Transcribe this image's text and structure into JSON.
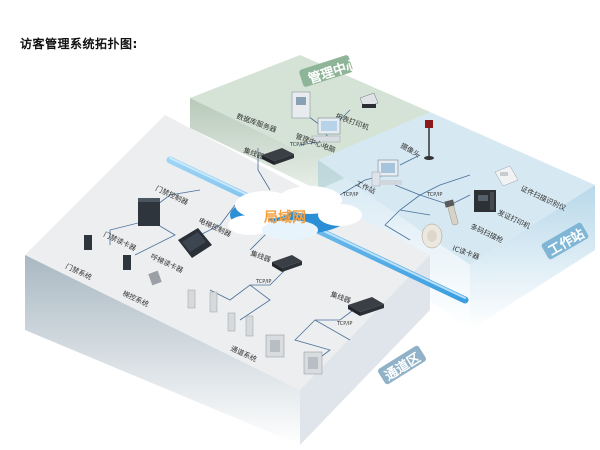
{
  "title": "访客管理系统拓扑图:",
  "network": {
    "label": "局域网",
    "label_color": "#f4a040",
    "protocol": "TCP/IP"
  },
  "zones": {
    "management": {
      "tag": "管理中心",
      "color": "#c9dccb",
      "devices": {
        "db_server": "数据库服务器",
        "report_printer": "报表打印机",
        "mgmt_pc": "管理中心电脑",
        "hub": "集线器",
        "tcp": "TCP/IP"
      }
    },
    "workstation": {
      "tag": "工作站",
      "color": "#cfe3ef",
      "devices": {
        "camera": "摄像头",
        "workstation_pc": "工作站",
        "tcp_pc": "TCP/IP",
        "tcp_hub": "TCP/IP",
        "id_scanner": "证件扫描识别仪",
        "card_printer": "发证打印机",
        "barcode_scanner": "条码扫描枪",
        "ic_reader": "IC读卡器"
      }
    },
    "passage": {
      "tag": "通道区",
      "color": "#e4e6e8",
      "devices": {
        "door_controller": "门禁控制器",
        "door_reader": "门禁读卡器",
        "door_system": "门禁系统",
        "elevator_system": "梯控系统",
        "elevator_controller": "电梯控制器",
        "call_reader": "呼梯读卡器",
        "hub1": "集线器",
        "tcp1": "TCP/IP",
        "hub2": "集线器",
        "tcp2": "TCP/IP",
        "channel_system": "通道系统"
      }
    }
  }
}
